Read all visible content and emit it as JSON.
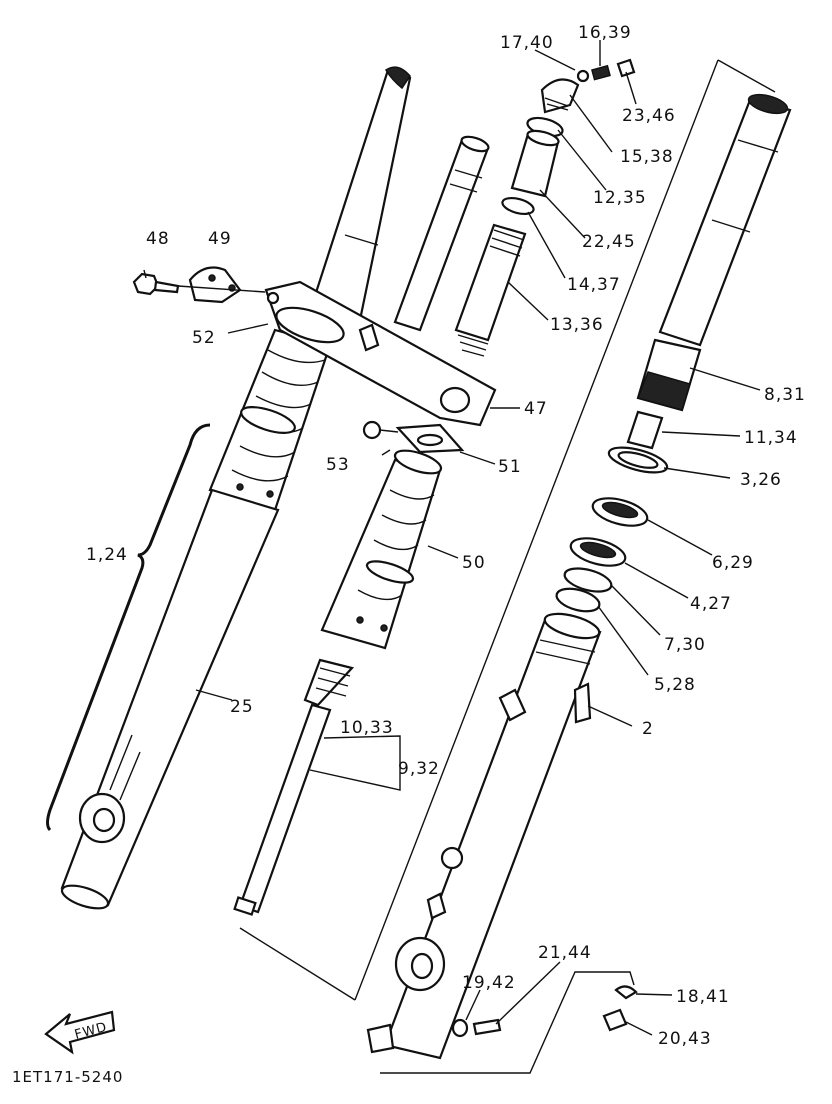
{
  "diagram_code": "1ET171-5240",
  "fwd_label": "FWD",
  "callouts": [
    "17,40",
    "16,39",
    "23,46",
    "15,38",
    "12,35",
    "22,45",
    "14,37",
    "13,36",
    "48",
    "49",
    "52",
    "47",
    "8,31",
    "11,34",
    "3,26",
    "53",
    "51",
    "1,24",
    "50",
    "6,29",
    "4,27",
    "7,30",
    "5,28",
    "25",
    "10,33",
    "9,32",
    "2",
    "21,44",
    "19,42",
    "18,41",
    "20,43"
  ]
}
